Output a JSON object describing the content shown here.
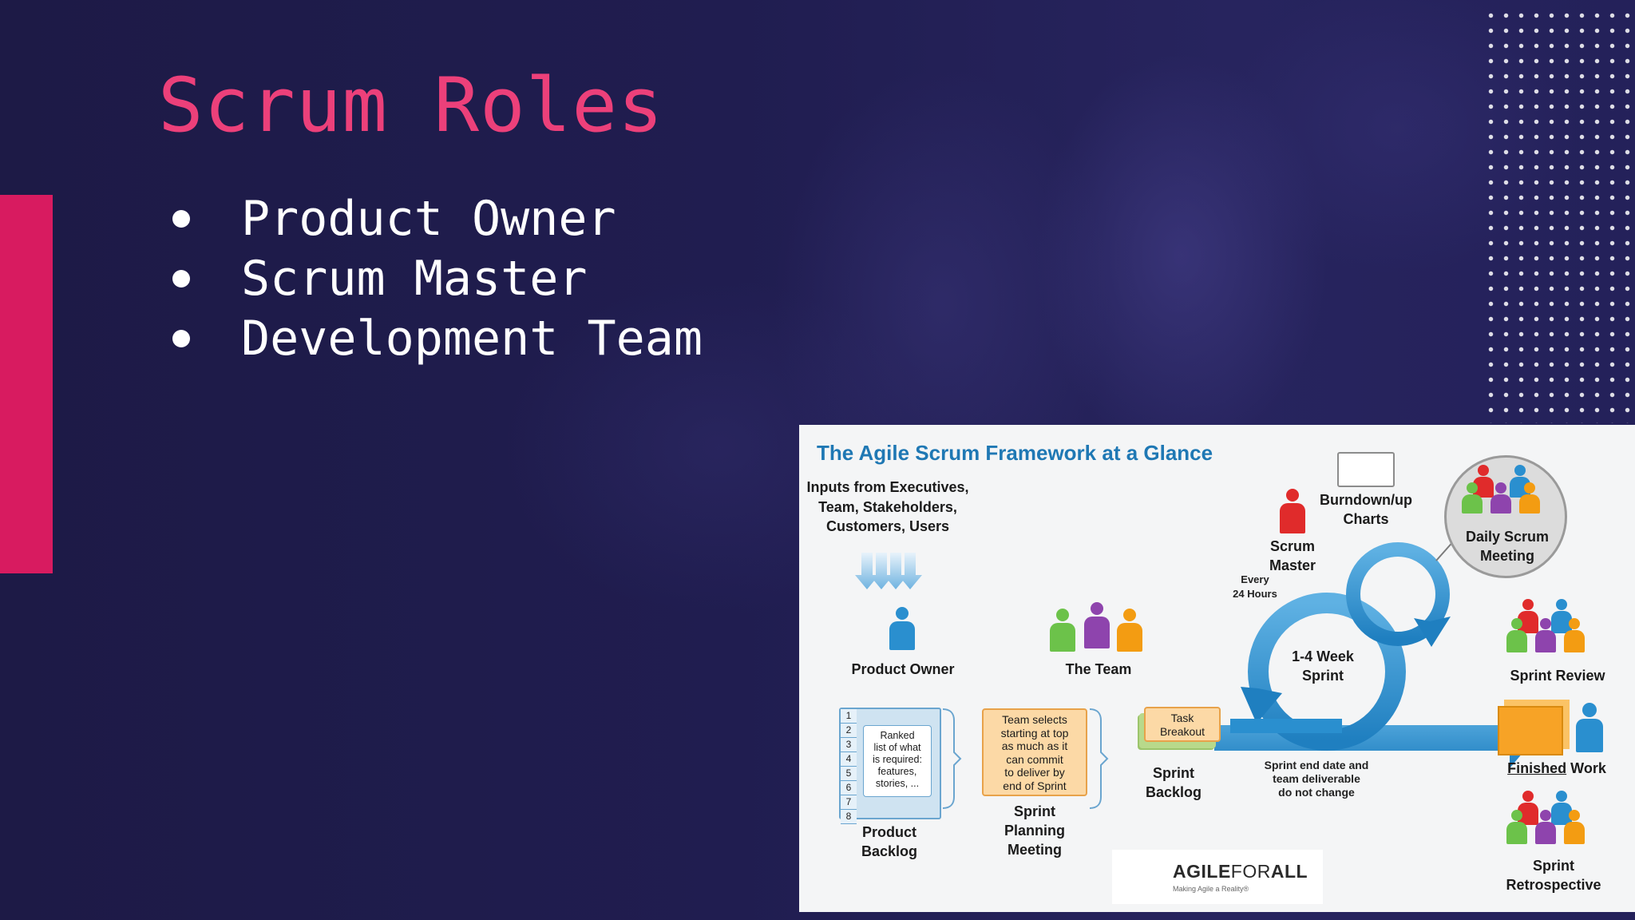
{
  "slide": {
    "title": "Scrum Roles",
    "roles": [
      "Product Owner",
      "Scrum Master",
      "Development Team"
    ]
  },
  "colors": {
    "background": "#1e1b4d",
    "accent": "#d81b60",
    "title": "#ec407a",
    "text": "#ffffff",
    "diagram_title": "#1f78b4",
    "flow_blue": "#2a8fcf"
  },
  "diagram": {
    "title": "The Agile Scrum Framework at a Glance",
    "inputs": "Inputs from Executives, Team, Stakeholders, Customers, Users",
    "inputs_lines": [
      "Inputs from Executives,",
      "Team, Stakeholders,",
      "Customers, Users"
    ],
    "product_owner": "Product Owner",
    "the_team": "The Team",
    "scrum_master_lines": [
      "Scrum",
      "Master"
    ],
    "burndown_lines": [
      "Burndown/up",
      "Charts"
    ],
    "daily_scrum_lines": [
      "Daily Scrum",
      "Meeting"
    ],
    "every_lines": [
      "Every",
      "24 Hours"
    ],
    "sprint_lines": [
      "1-4 Week",
      "Sprint"
    ],
    "sprint_review": "Sprint Review",
    "backlog_numbers": [
      "1",
      "2",
      "3",
      "4",
      "5",
      "6",
      "7",
      "8"
    ],
    "backlog_note_lines": [
      "Ranked",
      "list of what",
      "is required:",
      "features,",
      "stories, ..."
    ],
    "product_backlog_lines": [
      "Product",
      "Backlog"
    ],
    "planning_note_lines": [
      "Team selects",
      "starting at top",
      "as much as it",
      "can commit",
      "to deliver by",
      "end of Sprint"
    ],
    "sprint_planning_lines": [
      "Sprint",
      "Planning",
      "Meeting"
    ],
    "task_note_lines": [
      "Task",
      "Breakout"
    ],
    "sprint_backlog_lines": [
      "Sprint",
      "Backlog"
    ],
    "sprint_end_lines": [
      "Sprint end date and",
      "team deliverable",
      "do not change"
    ],
    "finished_word": "Finished",
    "finished_rest": " Work",
    "retrospective_lines": [
      "Sprint",
      "Retrospective"
    ],
    "logo_part1": "AGILE",
    "logo_part2": "FOR",
    "logo_part3": "ALL",
    "logo_tagline": "Making Agile a Reality®"
  }
}
